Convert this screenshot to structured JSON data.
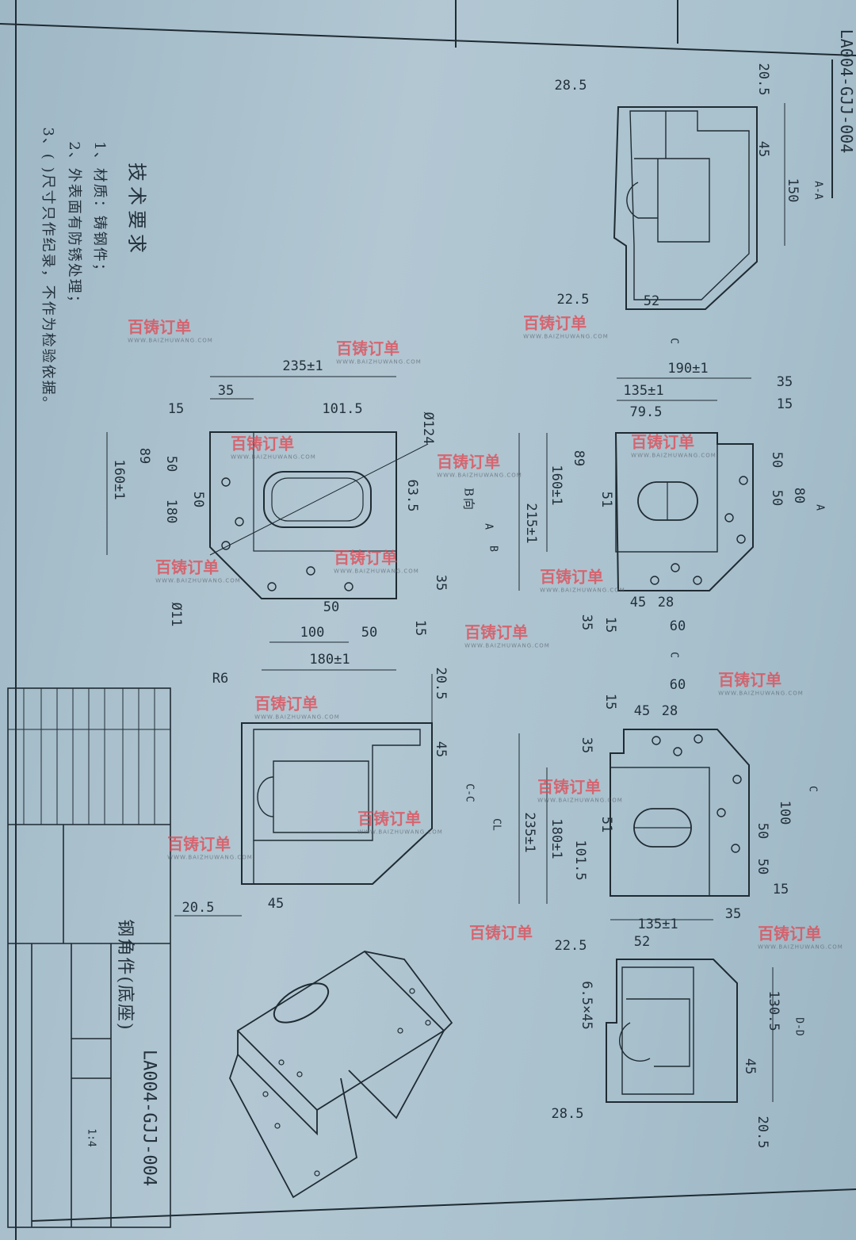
{
  "tech_requirements": {
    "title": "技术要求",
    "items": [
      "1、材质：铸钢件；",
      "2、外表面有防锈处理；",
      "3、( )尺寸只作纪录，不作为检验依据。"
    ]
  },
  "title_block": {
    "part_name": "钢角件(底座)",
    "drawing_number": "LA004-GJJ-004",
    "scale": "1:4",
    "top_drawing_number_partial": "LA004-GJJ-004"
  },
  "view_aa": {
    "label": "A-A",
    "dims": [
      "28.5",
      "20.5",
      "45",
      "150",
      "22.5",
      "52"
    ],
    "section_mark": "C"
  },
  "view_b": {
    "label": "B向",
    "dims": [
      "235±1",
      "35",
      "15",
      "101.5",
      "Ø124",
      "89",
      "50",
      "160±1",
      "50",
      "180",
      "63.5",
      "Ø11",
      "50",
      "100",
      "50",
      "35",
      "15",
      "180±1"
    ],
    "marks": [
      "A",
      "B"
    ]
  },
  "view_top_right": {
    "dims": [
      "190±1",
      "135±1",
      "79.5",
      "35",
      "15",
      "89",
      "160±1",
      "215±1",
      "51",
      "50",
      "50",
      "80",
      "45",
      "28",
      "60",
      "35",
      "15"
    ],
    "marks": [
      "A",
      "C"
    ]
  },
  "view_cc": {
    "label": "C-C",
    "dims": [
      "R6",
      "20.5",
      "45",
      "20.5",
      "45"
    ],
    "mark": "CL"
  },
  "view_bottom_right": {
    "dims": [
      "60",
      "45",
      "28",
      "15",
      "35",
      "235±1",
      "180±1",
      "51",
      "101.5",
      "100",
      "50",
      "50",
      "15",
      "135±1",
      "35"
    ],
    "mark": "C"
  },
  "view_dd": {
    "label": "D-D",
    "dims": [
      "22.5",
      "52",
      "6.5×45",
      "130.5",
      "45",
      "28.5",
      "20.5"
    ]
  },
  "watermark": {
    "brand": "百铸订单",
    "url": "WWW.BAIZHUWANG.COM"
  },
  "colors": {
    "paper": "#aac2ce",
    "ink": "#1d2a33",
    "watermark": "#e14650"
  }
}
